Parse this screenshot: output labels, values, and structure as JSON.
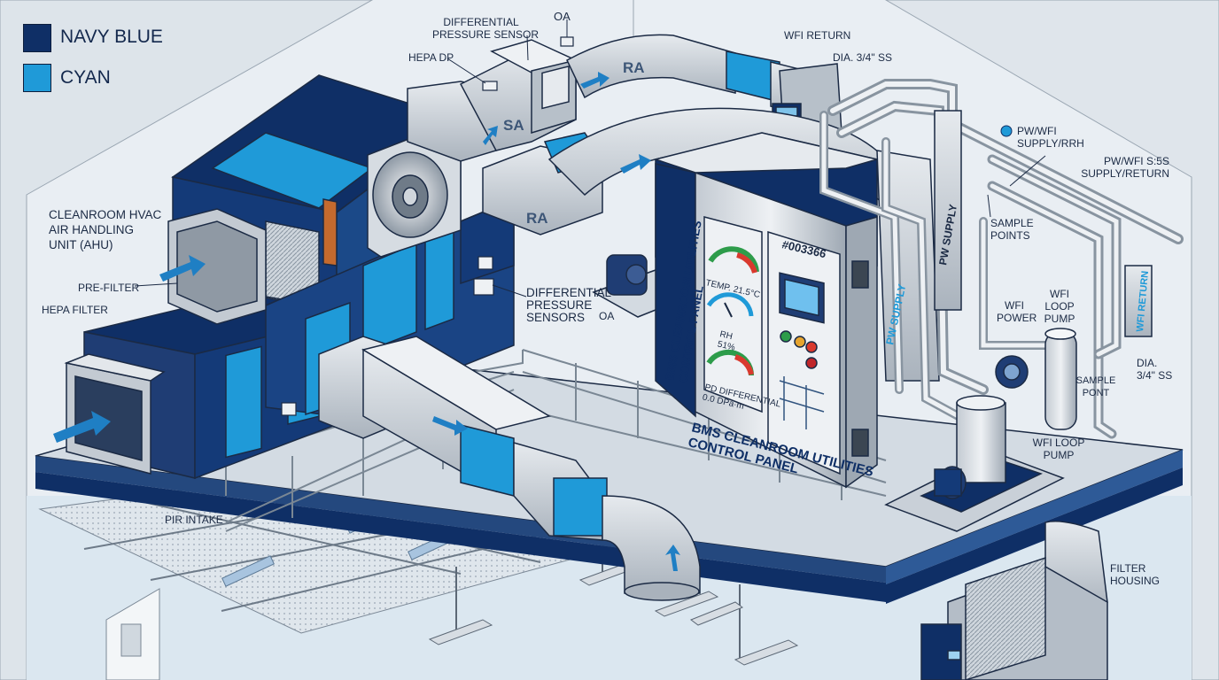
{
  "legend": [
    {
      "label": "NAVY BLUE",
      "color": "#0f2f66"
    },
    {
      "label": "CYAN",
      "color": "#1f9ad8"
    }
  ],
  "colors": {
    "navy": "#0f2f66",
    "cyan": "#1f9ad8",
    "duct": "#c9d0d8",
    "outline": "#1b2a44"
  },
  "labels": {
    "diff_pressure_sensor_top": "DIFFERENTIAL\nPRESSURE SENSOR",
    "hepa_dp": "HEPA DP",
    "oa_top": "OA",
    "ra_top": "RA",
    "sa": "SA",
    "ra_mid": "RA",
    "wfi_return_top": "WFI RETURN",
    "dia_top": "DIA. 3/4\" SS",
    "pw_wfi_supply_rrh": "PW/WFI\nSUPPLY/RRH",
    "pw_wfi_supply_return": "PW/WFI S:5S\nSUPPLY/RETURN",
    "sample_points": "SAMPLE\nPOINTS",
    "ahu_title": "CLEANROOM HVAC\nAIR HANDLING\nUNIT (AHU)",
    "pre_filter": "PRE-FILTER",
    "hepa_filter": "HEPA FILTER",
    "diff_pressure_sensors": "DIFFERENTIAL\nPRESSURE\nSENSORS",
    "oa_mid": "OA",
    "pir_intake": "PIR INTAKE",
    "wfi_power": "WFI\nPOWER",
    "wfi_loop_pump_top": "WFI\nLOOP\nPUMP",
    "sample_pont": "SAMPLE\nPONT",
    "dia_right": "DIA.\n3/4\" SS",
    "wfi_loop_pump_bottom": "WFI LOOP\nPUMP",
    "filter_housing": "FILTER\nHOUSING",
    "bms_panel_floor": "BMS CLEANROOM UTILITIES\nCONTROL PANEL",
    "bms_panel_side": "BMS CLEANROOM UTILITIES\nCONTROL PANEL",
    "panel_id": "#003366",
    "temp_reading": "TEMP. 21.5°C",
    "rh_reading": "RH\n51%",
    "pd_reading": "PD DIFFERENTIAL\n0.0 DPa·m",
    "pw_supply_1": "PW SUPPLY",
    "pw_supply_2": "PW SUPPLY",
    "wfi_return_pipe": "WFI RETURN"
  }
}
